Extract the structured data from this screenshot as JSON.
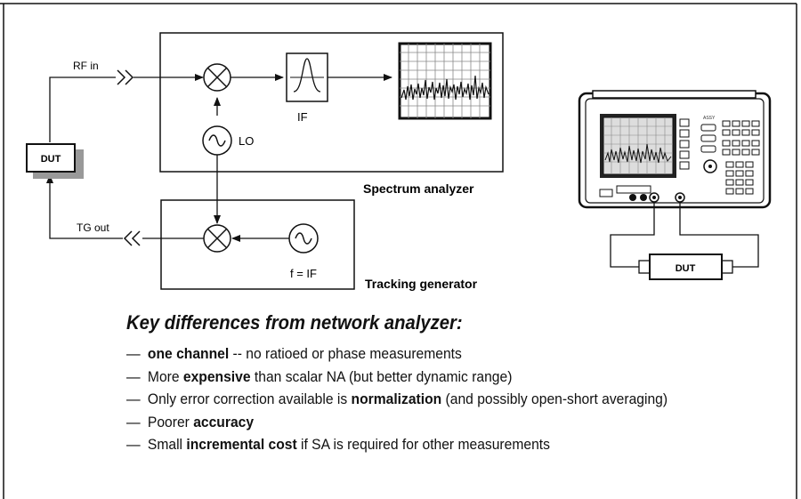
{
  "diagram": {
    "spectrum_analyzer": {
      "title": "Spectrum analyzer",
      "rf_in_label": "RF in",
      "if_label": "IF",
      "lo_label": "LO"
    },
    "tracking_generator": {
      "title": "Tracking generator",
      "tg_out_label": "TG out",
      "freq_label": "f = IF"
    },
    "dut_label": "DUT",
    "instrument_dut_label": "DUT"
  },
  "key_differences": {
    "heading": "Key differences from network analyzer:",
    "items": [
      {
        "dash": "—",
        "bold": "one channel",
        "rest": " -- no ratioed or phase measurements"
      },
      {
        "dash": "—",
        "pre": "More ",
        "bold": "expensive",
        "rest": " than scalar NA (but better dynamic range)"
      },
      {
        "dash": "—",
        "pre": "Only error correction available is ",
        "bold": "normalization",
        "rest": " (and possibly open-short averaging)"
      },
      {
        "dash": "—",
        "pre": "Poorer ",
        "bold": "accuracy",
        "rest": ""
      },
      {
        "dash": "—",
        "pre": "Small ",
        "bold": "incremental cost",
        "rest": " if SA is required for other measurements"
      }
    ]
  }
}
